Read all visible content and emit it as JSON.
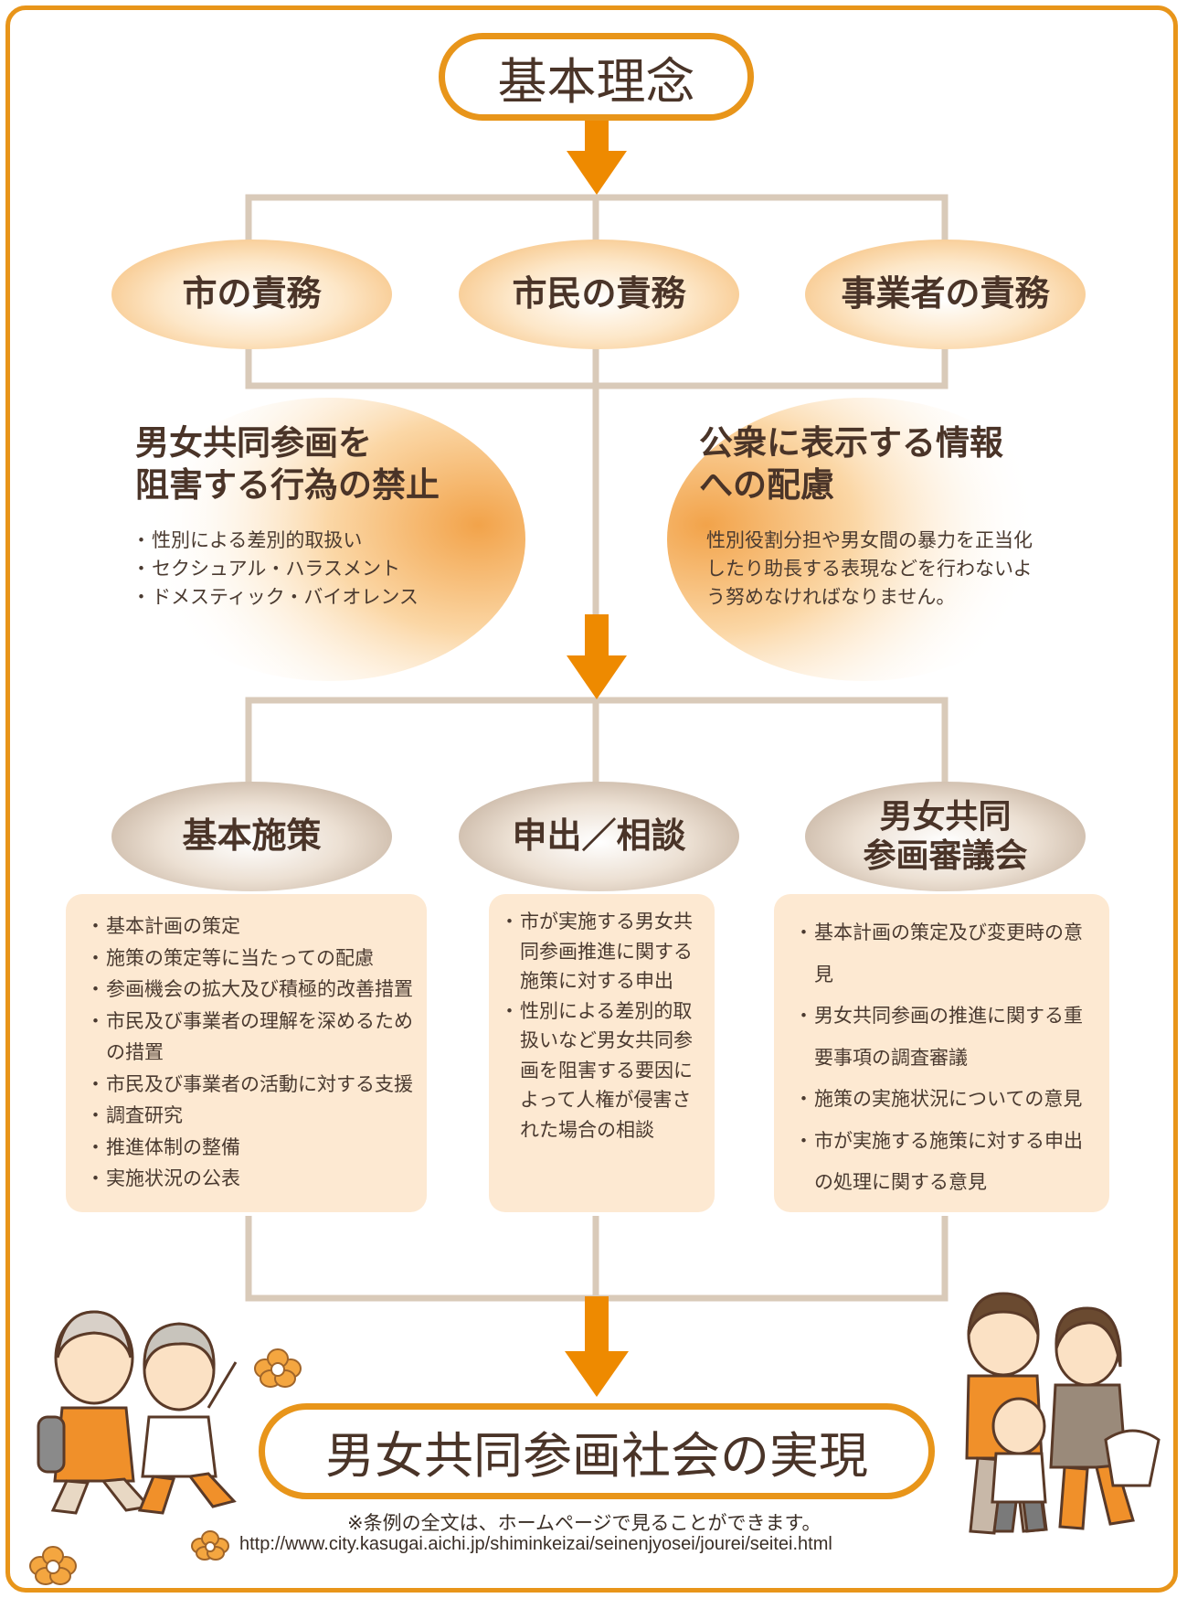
{
  "colors": {
    "frame": "#e8951a",
    "arrow": "#ee8a00",
    "connector": "#d9cab9",
    "text": "#4a3428"
  },
  "top_title": "基本理念",
  "duties": [
    "市の責務",
    "市民の責務",
    "事業者の責務"
  ],
  "prohibition": {
    "title_line1": "男女共同参画を",
    "title_line2": "阻害する行為の禁止",
    "items": [
      "性別による差別的取扱い",
      "セクシュアル・ハラスメント",
      "ドメスティック・バイオレンス"
    ]
  },
  "consideration": {
    "title_line1": "公衆に表示する情報",
    "title_line2": "への配慮",
    "text": "性別役割分担や男女間の暴力を正当化したり助長する表現などを行わないよう努めなければなりません。"
  },
  "pillars": {
    "basic_policy": {
      "label": "基本施策",
      "items": [
        "基本計画の策定",
        "施策の策定等に当たっての配慮",
        "参画機会の拡大及び積極的改善措置",
        "市民及び事業者の理解を深めるための措置",
        "市民及び事業者の活動に対する支援",
        "調査研究",
        "推進体制の整備",
        "実施状況の公表"
      ]
    },
    "consultation": {
      "label": "申出／相談",
      "items": [
        "市が実施する男女共同参画推進に関する施策に対する申出",
        "性別による差別的取扱いなど男女共同参画を阻害する要因によって人権が侵害された場合の相談"
      ]
    },
    "council": {
      "label_line1": "男女共同",
      "label_line2": "参画審議会",
      "items": [
        "基本計画の策定及び変更時の意見",
        "男女共同参画の推進に関する重要事項の調査審議",
        "施策の実施状況についての意見",
        "市が実施する施策に対する申出の処理に関する意見"
      ]
    }
  },
  "goal": "男女共同参画社会の実現",
  "footer_note": "※条例の全文は、ホームページで見ることができます。",
  "footer_url": "http://www.city.kasugai.aichi.jp/shiminkeizai/seinenjyosei/jourei/seitei.html",
  "icons": [
    "flower-icon",
    "elderly-couple-illustration",
    "family-illustration"
  ]
}
